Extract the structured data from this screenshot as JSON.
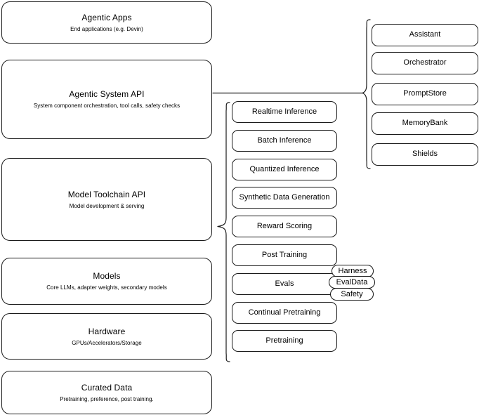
{
  "diagram": {
    "type": "layered-stack-diagram",
    "background_color": "#ffffff",
    "stroke_color": "#1a1a1a",
    "text_color": "#000000"
  },
  "layers": [
    {
      "title": "Agentic Apps",
      "subtitle": "End applications (e.g. Devin)"
    },
    {
      "title": "Agentic System API",
      "subtitle": "System component orchestration, tool calls, safety checks"
    },
    {
      "title": "Model Toolchain API",
      "subtitle": "Model development & serving"
    },
    {
      "title": "Models",
      "subtitle": "Core LLMs, adapter weights, secondary models"
    },
    {
      "title": "Hardware",
      "subtitle": "GPUs/Accelerators/Storage"
    },
    {
      "title": "Curated Data",
      "subtitle": "Pretraining, preference, post training."
    }
  ],
  "toolchain_capabilities": [
    {
      "label": "Realtime Inference"
    },
    {
      "label": "Batch Inference"
    },
    {
      "label": "Quantized Inference"
    },
    {
      "label": "Synthetic Data Generation"
    },
    {
      "label": "Reward Scoring"
    },
    {
      "label": "Post Training"
    },
    {
      "label": "Evals"
    },
    {
      "label": "Continual Pretraining"
    },
    {
      "label": "Pretraining"
    }
  ],
  "system_components": [
    {
      "label": "Assistant"
    },
    {
      "label": "Orchestrator"
    },
    {
      "label": "PromptStore"
    },
    {
      "label": "MemoryBank"
    },
    {
      "label": "Shields"
    }
  ],
  "evals_tags": [
    {
      "label": "Harness"
    },
    {
      "label": "EvalData"
    },
    {
      "label": "Safety"
    }
  ]
}
